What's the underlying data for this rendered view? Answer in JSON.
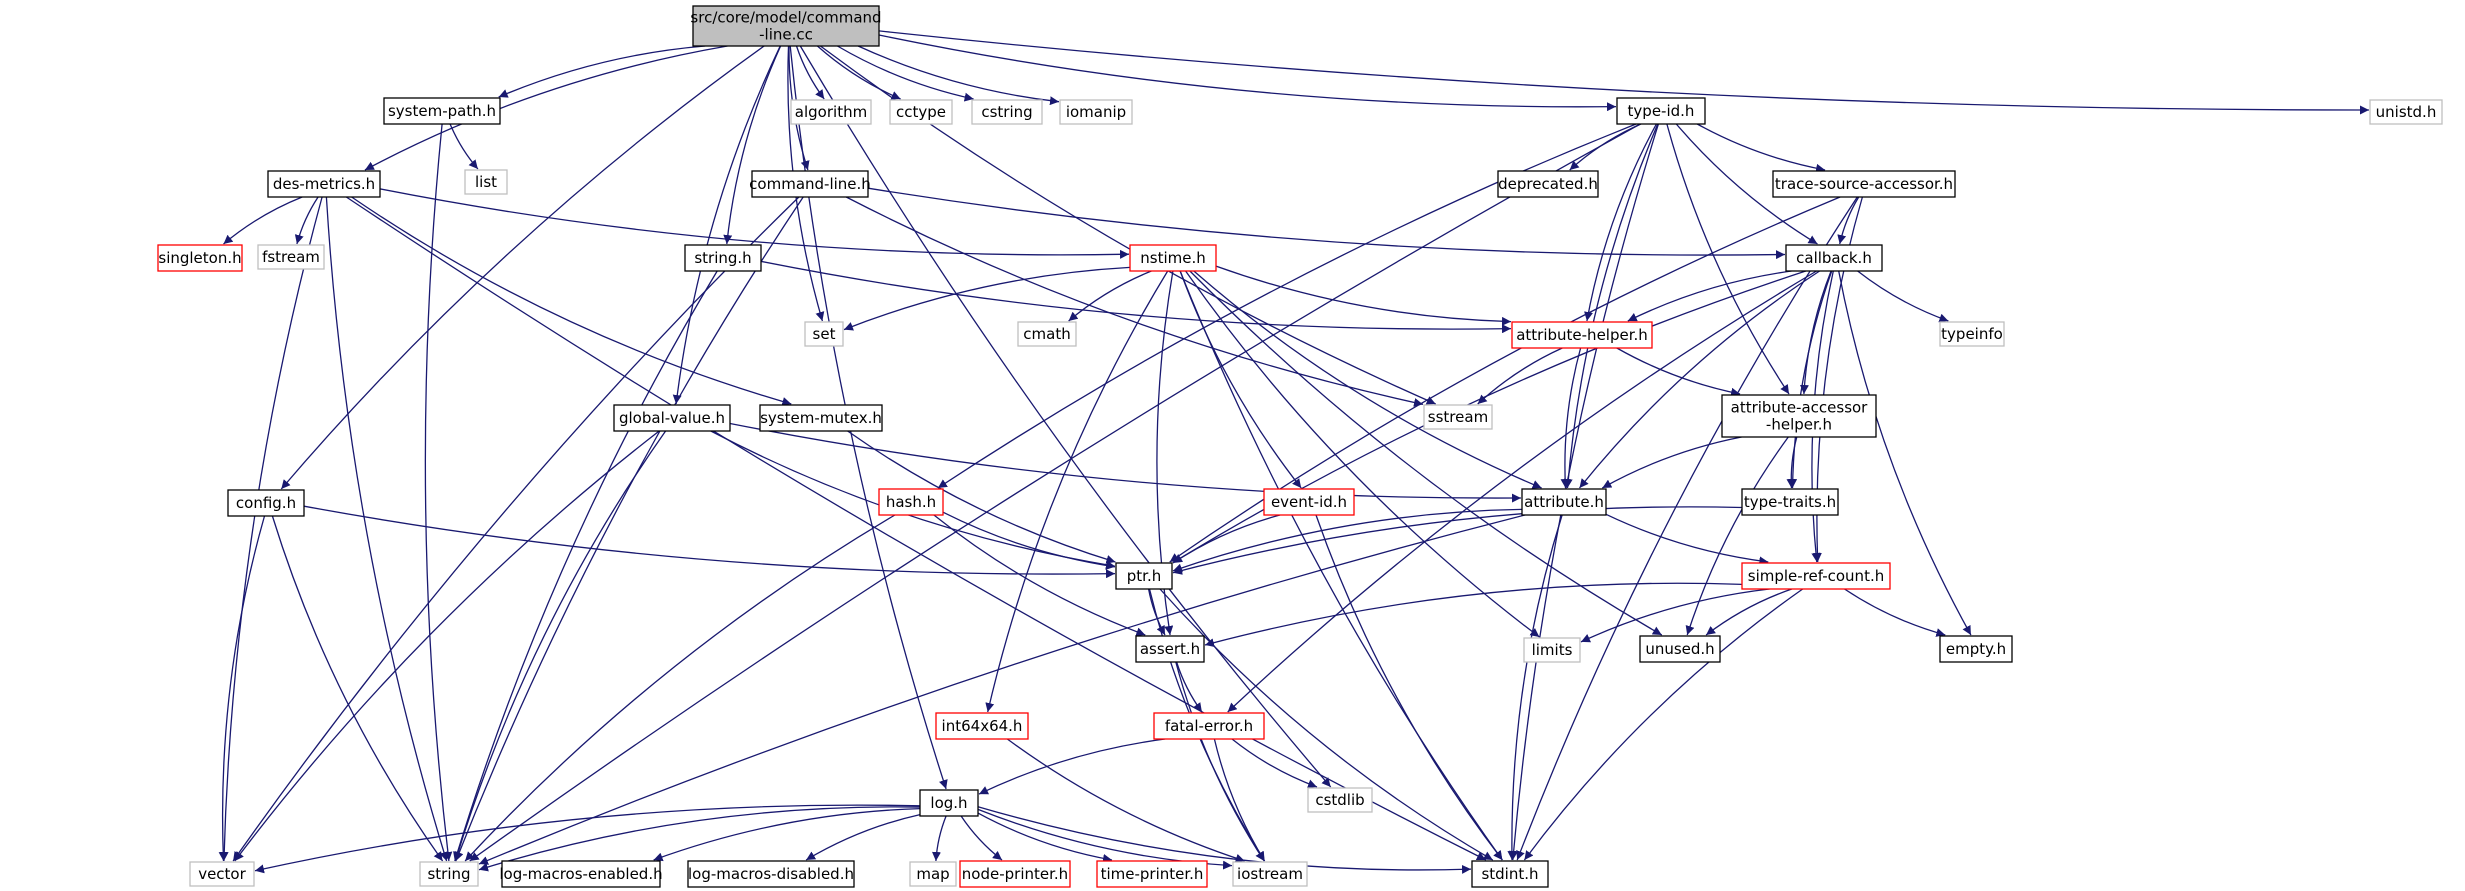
{
  "title": "",
  "colors": {
    "edge": "#191970",
    "node_border_default": "#000000",
    "node_border_truncated": "#ff0000",
    "node_border_system": "#bfbfbf",
    "root_fill": "#bfbfbf",
    "text": "#000000"
  },
  "nodes": [
    {
      "id": "root",
      "lines": [
        "src/core/model/command",
        "-line.cc"
      ],
      "style": "root"
    },
    {
      "id": "system_path",
      "lines": [
        "system-path.h"
      ],
      "style": "normal"
    },
    {
      "id": "algorithm",
      "lines": [
        "algorithm"
      ],
      "style": "system"
    },
    {
      "id": "cctype",
      "lines": [
        "cctype"
      ],
      "style": "system"
    },
    {
      "id": "cstring",
      "lines": [
        "cstring"
      ],
      "style": "system"
    },
    {
      "id": "iomanip",
      "lines": [
        "iomanip"
      ],
      "style": "system"
    },
    {
      "id": "type_id",
      "lines": [
        "type-id.h"
      ],
      "style": "normal"
    },
    {
      "id": "unistd",
      "lines": [
        "unistd.h"
      ],
      "style": "system"
    },
    {
      "id": "list",
      "lines": [
        "list"
      ],
      "style": "system"
    },
    {
      "id": "des_metrics",
      "lines": [
        "des-metrics.h"
      ],
      "style": "normal"
    },
    {
      "id": "command_line_h",
      "lines": [
        "command-line.h"
      ],
      "style": "normal"
    },
    {
      "id": "deprecated",
      "lines": [
        "deprecated.h"
      ],
      "style": "normal"
    },
    {
      "id": "trace_source",
      "lines": [
        "trace-source-accessor.h"
      ],
      "style": "normal"
    },
    {
      "id": "singleton",
      "lines": [
        "singleton.h"
      ],
      "style": "truncated"
    },
    {
      "id": "fstream",
      "lines": [
        "fstream"
      ],
      "style": "system"
    },
    {
      "id": "string_h",
      "lines": [
        "string.h"
      ],
      "style": "normal"
    },
    {
      "id": "nstime",
      "lines": [
        "nstime.h"
      ],
      "style": "truncated"
    },
    {
      "id": "callback",
      "lines": [
        "callback.h"
      ],
      "style": "normal"
    },
    {
      "id": "set",
      "lines": [
        "set"
      ],
      "style": "system"
    },
    {
      "id": "cmath",
      "lines": [
        "cmath"
      ],
      "style": "system"
    },
    {
      "id": "attribute_helper",
      "lines": [
        "attribute-helper.h"
      ],
      "style": "truncated"
    },
    {
      "id": "typeinfo",
      "lines": [
        "typeinfo"
      ],
      "style": "system"
    },
    {
      "id": "sstream",
      "lines": [
        "sstream"
      ],
      "style": "system"
    },
    {
      "id": "global_value",
      "lines": [
        "global-value.h"
      ],
      "style": "normal"
    },
    {
      "id": "system_mutex",
      "lines": [
        "system-mutex.h"
      ],
      "style": "normal"
    },
    {
      "id": "attr_accessor",
      "lines": [
        "attribute-accessor",
        "-helper.h"
      ],
      "style": "normal"
    },
    {
      "id": "config",
      "lines": [
        "config.h"
      ],
      "style": "normal"
    },
    {
      "id": "hash",
      "lines": [
        "hash.h"
      ],
      "style": "truncated"
    },
    {
      "id": "event_id",
      "lines": [
        "event-id.h"
      ],
      "style": "truncated"
    },
    {
      "id": "attribute",
      "lines": [
        "attribute.h"
      ],
      "style": "normal"
    },
    {
      "id": "type_traits",
      "lines": [
        "type-traits.h"
      ],
      "style": "normal"
    },
    {
      "id": "ptr",
      "lines": [
        "ptr.h"
      ],
      "style": "normal"
    },
    {
      "id": "simple_ref",
      "lines": [
        "simple-ref-count.h"
      ],
      "style": "truncated"
    },
    {
      "id": "assert",
      "lines": [
        "assert.h"
      ],
      "style": "normal"
    },
    {
      "id": "limits",
      "lines": [
        "limits"
      ],
      "style": "system"
    },
    {
      "id": "unused",
      "lines": [
        "unused.h"
      ],
      "style": "normal"
    },
    {
      "id": "empty",
      "lines": [
        "empty.h"
      ],
      "style": "normal"
    },
    {
      "id": "int64x64",
      "lines": [
        "int64x64.h"
      ],
      "style": "truncated"
    },
    {
      "id": "fatal_error",
      "lines": [
        "fatal-error.h"
      ],
      "style": "truncated"
    },
    {
      "id": "cstdlib",
      "lines": [
        "cstdlib"
      ],
      "style": "system"
    },
    {
      "id": "log",
      "lines": [
        "log.h"
      ],
      "style": "normal"
    },
    {
      "id": "vector",
      "lines": [
        "vector"
      ],
      "style": "system"
    },
    {
      "id": "string",
      "lines": [
        "string"
      ],
      "style": "system"
    },
    {
      "id": "log_macros_enabled",
      "lines": [
        "log-macros-enabled.h"
      ],
      "style": "normal"
    },
    {
      "id": "log_macros_disabled",
      "lines": [
        "log-macros-disabled.h"
      ],
      "style": "normal"
    },
    {
      "id": "map",
      "lines": [
        "map"
      ],
      "style": "system"
    },
    {
      "id": "node_printer",
      "lines": [
        "node-printer.h"
      ],
      "style": "truncated"
    },
    {
      "id": "time_printer",
      "lines": [
        "time-printer.h"
      ],
      "style": "truncated"
    },
    {
      "id": "iostream",
      "lines": [
        "iostream"
      ],
      "style": "system"
    },
    {
      "id": "stdint",
      "lines": [
        "stdint.h"
      ],
      "style": "normal"
    }
  ],
  "edges": [
    [
      "root",
      "system_path"
    ],
    [
      "root",
      "algorithm"
    ],
    [
      "root",
      "cctype"
    ],
    [
      "root",
      "cstring"
    ],
    [
      "root",
      "iomanip"
    ],
    [
      "root",
      "type_id"
    ],
    [
      "root",
      "unistd"
    ],
    [
      "root",
      "des_metrics"
    ],
    [
      "root",
      "command_line_h"
    ],
    [
      "root",
      "string_h"
    ],
    [
      "root",
      "config"
    ],
    [
      "root",
      "global_value"
    ],
    [
      "root",
      "log"
    ],
    [
      "root",
      "set"
    ],
    [
      "root",
      "sstream"
    ],
    [
      "root",
      "cstdlib"
    ],
    [
      "system_path",
      "list"
    ],
    [
      "system_path",
      "string"
    ],
    [
      "type_id",
      "deprecated"
    ],
    [
      "type_id",
      "trace_source"
    ],
    [
      "type_id",
      "callback"
    ],
    [
      "type_id",
      "attribute_helper"
    ],
    [
      "type_id",
      "attr_accessor"
    ],
    [
      "type_id",
      "attribute"
    ],
    [
      "type_id",
      "hash"
    ],
    [
      "type_id",
      "string"
    ],
    [
      "type_id",
      "stdint"
    ],
    [
      "des_metrics",
      "singleton"
    ],
    [
      "des_metrics",
      "fstream"
    ],
    [
      "des_metrics",
      "vector"
    ],
    [
      "des_metrics",
      "string"
    ],
    [
      "des_metrics",
      "nstime"
    ],
    [
      "des_metrics",
      "system_mutex"
    ],
    [
      "des_metrics",
      "stdint"
    ],
    [
      "command_line_h",
      "callback"
    ],
    [
      "command_line_h",
      "vector"
    ],
    [
      "command_line_h",
      "string"
    ],
    [
      "command_line_h",
      "sstream"
    ],
    [
      "trace_source",
      "callback"
    ],
    [
      "trace_source",
      "ptr"
    ],
    [
      "trace_source",
      "simple_ref"
    ],
    [
      "trace_source",
      "stdint"
    ],
    [
      "string_h",
      "string"
    ],
    [
      "string_h",
      "attribute_helper"
    ],
    [
      "nstime",
      "attribute_helper"
    ],
    [
      "nstime",
      "set"
    ],
    [
      "nstime",
      "cmath"
    ],
    [
      "nstime",
      "event_id"
    ],
    [
      "nstime",
      "attribute"
    ],
    [
      "nstime",
      "int64x64"
    ],
    [
      "nstime",
      "assert"
    ],
    [
      "nstime",
      "limits"
    ],
    [
      "nstime",
      "unused"
    ],
    [
      "nstime",
      "stdint"
    ],
    [
      "callback",
      "attribute_helper"
    ],
    [
      "callback",
      "typeinfo"
    ],
    [
      "callback",
      "attr_accessor"
    ],
    [
      "callback",
      "attribute"
    ],
    [
      "callback",
      "type_traits"
    ],
    [
      "callback",
      "simple_ref"
    ],
    [
      "callback",
      "ptr"
    ],
    [
      "callback",
      "fatal_error"
    ],
    [
      "callback",
      "empty"
    ],
    [
      "attribute_helper",
      "sstream"
    ],
    [
      "attribute_helper",
      "attr_accessor"
    ],
    [
      "attribute_helper",
      "attribute"
    ],
    [
      "global_value",
      "attribute"
    ],
    [
      "global_value",
      "ptr"
    ],
    [
      "global_value",
      "vector"
    ],
    [
      "global_value",
      "string"
    ],
    [
      "system_mutex",
      "ptr"
    ],
    [
      "attr_accessor",
      "attribute"
    ],
    [
      "attr_accessor",
      "type_traits"
    ],
    [
      "attr_accessor",
      "unused"
    ],
    [
      "config",
      "ptr"
    ],
    [
      "config",
      "vector"
    ],
    [
      "config",
      "string"
    ],
    [
      "hash",
      "ptr"
    ],
    [
      "hash",
      "assert"
    ],
    [
      "hash",
      "string"
    ],
    [
      "event_id",
      "ptr"
    ],
    [
      "event_id",
      "stdint"
    ],
    [
      "attribute",
      "ptr"
    ],
    [
      "attribute",
      "simple_ref"
    ],
    [
      "attribute",
      "string"
    ],
    [
      "attribute",
      "stdint"
    ],
    [
      "type_traits",
      "ptr"
    ],
    [
      "ptr",
      "assert"
    ],
    [
      "ptr",
      "iostream"
    ],
    [
      "ptr",
      "stdint"
    ],
    [
      "simple_ref",
      "assert"
    ],
    [
      "simple_ref",
      "limits"
    ],
    [
      "simple_ref",
      "unused"
    ],
    [
      "simple_ref",
      "empty"
    ],
    [
      "simple_ref",
      "stdint"
    ],
    [
      "assert",
      "fatal_error"
    ],
    [
      "assert",
      "iostream"
    ],
    [
      "int64x64",
      "iostream"
    ],
    [
      "fatal_error",
      "log"
    ],
    [
      "fatal_error",
      "cstdlib"
    ],
    [
      "fatal_error",
      "iostream"
    ],
    [
      "log",
      "vector"
    ],
    [
      "log",
      "string"
    ],
    [
      "log",
      "log_macros_enabled"
    ],
    [
      "log",
      "log_macros_disabled"
    ],
    [
      "log",
      "map"
    ],
    [
      "log",
      "node_printer"
    ],
    [
      "log",
      "time_printer"
    ],
    [
      "log",
      "iostream"
    ],
    [
      "log",
      "stdint"
    ]
  ]
}
